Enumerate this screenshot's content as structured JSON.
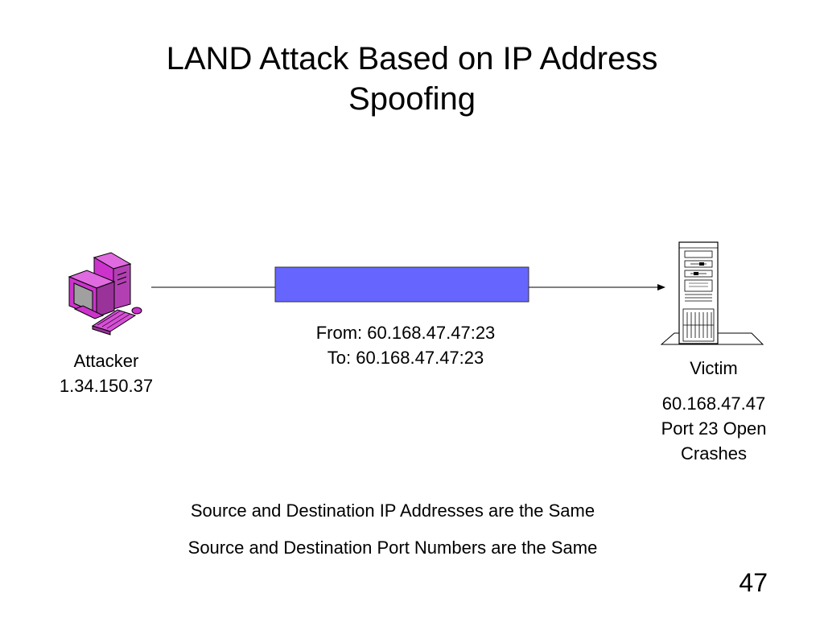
{
  "slide": {
    "title_line1": "LAND Attack Based on IP Address",
    "title_line2": "Spoofing",
    "page_number": "47"
  },
  "attacker": {
    "label": "Attacker",
    "ip": "1.34.150.37",
    "icon": "desktop-computer-icon"
  },
  "packet": {
    "from": "From: 60.168.47.47:23",
    "to": "To: 60.168.47.47:23",
    "color": "#6666ff"
  },
  "victim": {
    "label": "Victim",
    "ip": "60.168.47.47",
    "port": "Port 23 Open",
    "status": "Crashes",
    "icon": "server-tower-icon"
  },
  "notes": [
    "Source and Destination IP Addresses are the Same",
    "Source and Destination Port Numbers are the Same"
  ],
  "colors": {
    "computer": "#cc33cc",
    "computer_dark": "#993399",
    "screen": "#a0a0a0"
  }
}
